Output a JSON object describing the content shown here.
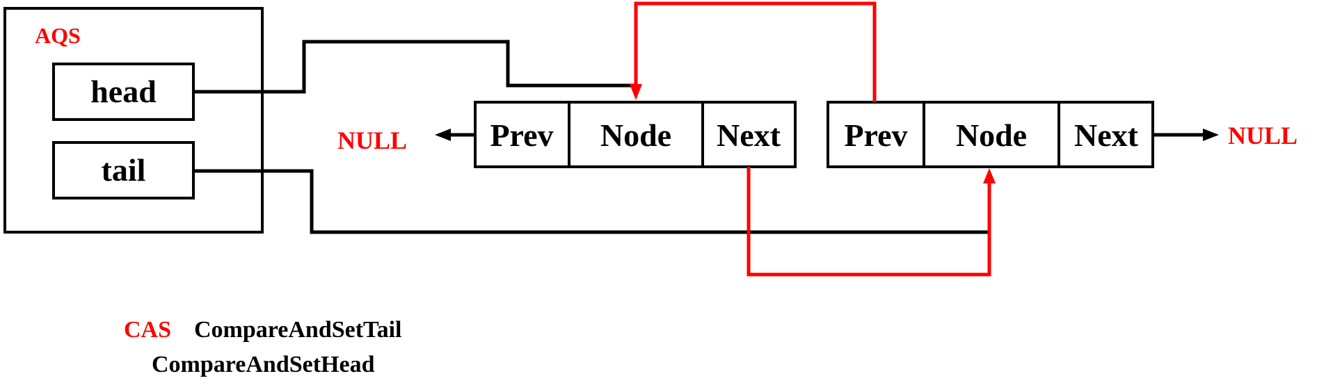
{
  "aqs": {
    "title": "AQS",
    "head_label": "head",
    "tail_label": "tail"
  },
  "node1": {
    "prev": "Prev",
    "node": "Node",
    "next": "Next"
  },
  "node2": {
    "prev": "Prev",
    "node": "Node",
    "next": "Next"
  },
  "null_left": "NULL",
  "null_right": "NULL",
  "legend": {
    "cas_label": "CAS",
    "tail_method": "CompareAndSetTail",
    "head_method": "CompareAndSetHead"
  },
  "colors": {
    "accent": "#ff0000",
    "line": "#000000",
    "background": "#ffffff"
  }
}
